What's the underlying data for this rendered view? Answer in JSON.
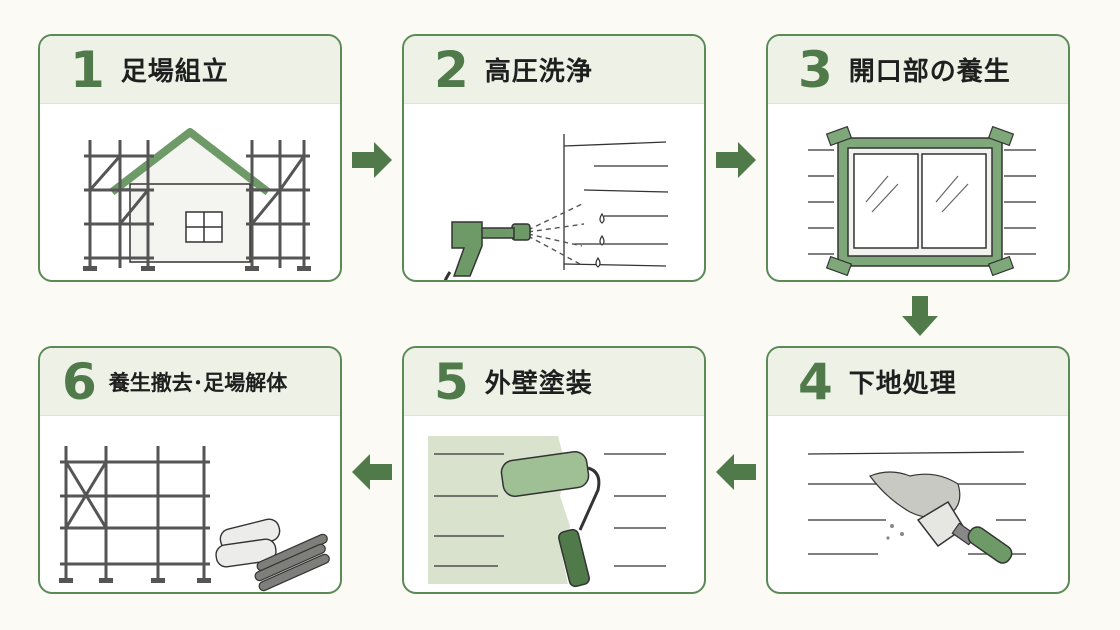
{
  "steps": [
    {
      "number": "1",
      "title": "足場組立"
    },
    {
      "number": "2",
      "title": "高圧洗浄"
    },
    {
      "number": "3",
      "title": "開口部の養生"
    },
    {
      "number": "4",
      "title": "下地処理"
    },
    {
      "number": "5",
      "title": "外壁塗装"
    },
    {
      "number": "6",
      "title": "養生撤去･足場解体"
    }
  ],
  "colors": {
    "accent": "#5b8a57",
    "header_bg": "#edf1e6",
    "arrow": "#507a4a",
    "page_bg": "#fbfaf5"
  }
}
